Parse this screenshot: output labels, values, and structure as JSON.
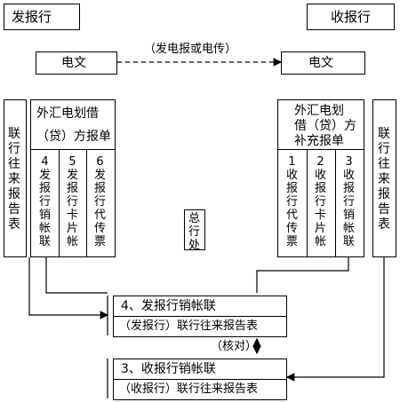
{
  "sender": {
    "title": "发报行"
  },
  "receiver": {
    "title": "收报行"
  },
  "message": {
    "left": "电文",
    "right": "电文",
    "arrow_label": "（发电报或电传）"
  },
  "left_sheet": {
    "line1": "外汇电划借",
    "line2": "（贷）方报单",
    "copies": [
      "4发报行销帐联",
      "5发报行卡片帐",
      "6发报行代传票"
    ],
    "side_report": "联行往来报告表"
  },
  "right_sheet": {
    "line1": "外汇电划",
    "line2": "借（贷）方",
    "line3": "补充报单",
    "copies": [
      "1收报行代传票",
      "2收报行卡片帐",
      "3收报行销帐联"
    ],
    "side_report": "联行往来报告表"
  },
  "head_office": "总行处",
  "bottom_top_group": {
    "line1": "4、发报行销帐联",
    "line2": "（发报行）联行往来报告表"
  },
  "verify_label": "（核对）",
  "bottom_lower_group": {
    "line1": "3、收报行销帐联",
    "line2": "（收报行）联行往来报告表"
  }
}
